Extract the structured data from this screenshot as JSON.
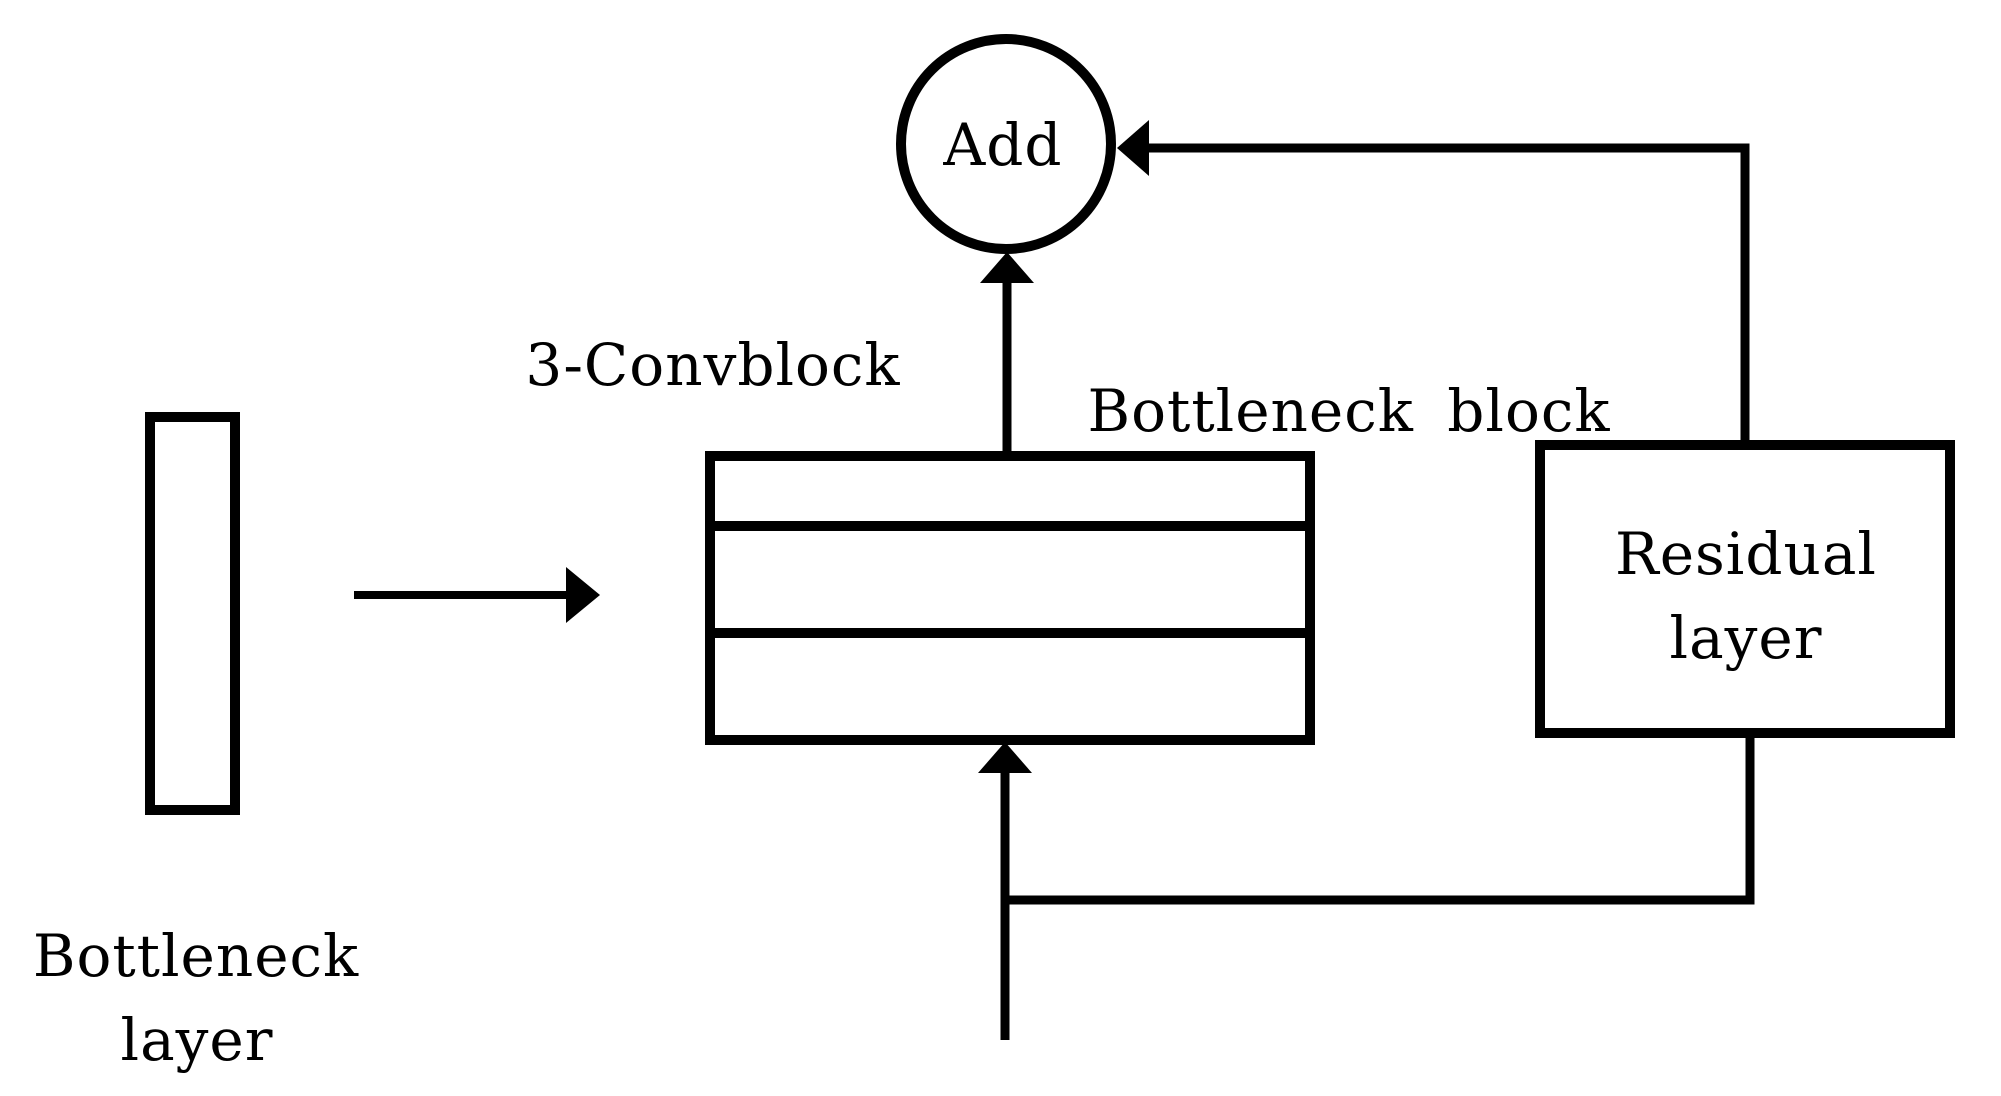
{
  "diagram": {
    "background": "#ffffff",
    "stroke_color": "#000000",
    "text_color": "#000000",
    "labels": {
      "add": "Add",
      "convblock": "3-Convblock",
      "bottleneck_block": "Bottleneck block",
      "residual_line1": "Residual",
      "residual_line2": "layer",
      "bottleneck_layer_line1": "Bottleneck",
      "bottleneck_layer_line2": "layer"
    },
    "structure": {
      "convblock_rows": 3,
      "edges": [
        {
          "from": "bottleneck-layer",
          "to": "convblock-stack",
          "style": "arrow-right"
        },
        {
          "from": "input",
          "to": "convblock-stack",
          "style": "arrow-up"
        },
        {
          "from": "input",
          "to": "residual-layer",
          "style": "elbow"
        },
        {
          "from": "convblock-stack",
          "to": "add",
          "style": "arrow-up"
        },
        {
          "from": "residual-layer",
          "to": "add",
          "style": "elbow-arrow-left"
        }
      ]
    }
  }
}
